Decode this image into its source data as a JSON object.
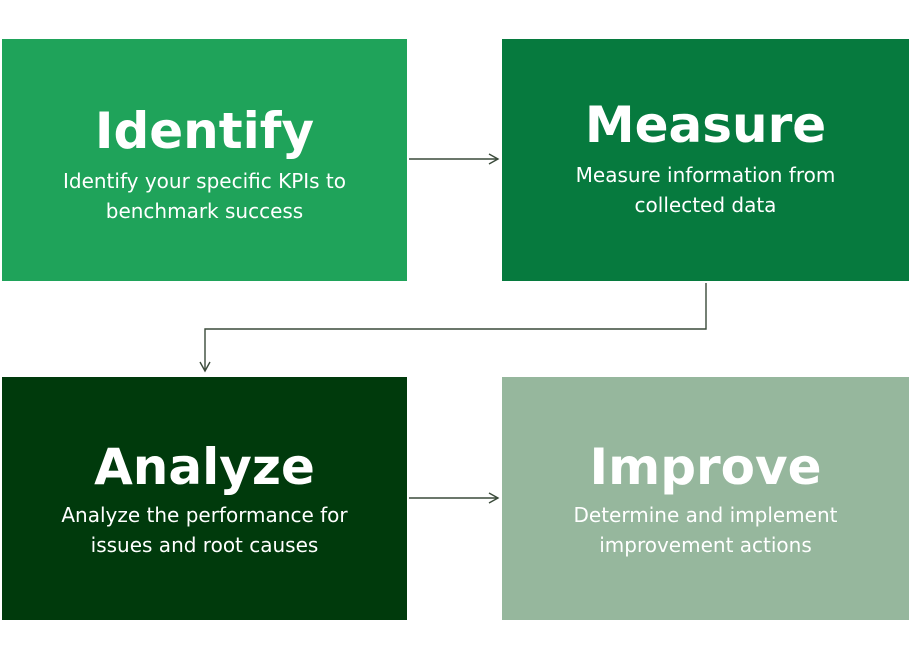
{
  "colors": {
    "identify": "#1fa35a",
    "measure": "#067a3e",
    "analyze": "#003a0c",
    "improve": "#96b79d",
    "arrow": "#3a4a3a"
  },
  "steps": [
    {
      "title": "Identify",
      "desc_lines": [
        "Identify your specific KPIs to",
        "benchmark success"
      ]
    },
    {
      "title": "Measure",
      "desc_lines": [
        "Measure information from",
        "collected data"
      ]
    },
    {
      "title": "Analyze",
      "desc_lines": [
        "Analyze the performance for",
        "issues and root causes"
      ]
    },
    {
      "title": "Improve",
      "desc_lines": [
        "Determine and implement",
        "improvement actions"
      ]
    }
  ]
}
